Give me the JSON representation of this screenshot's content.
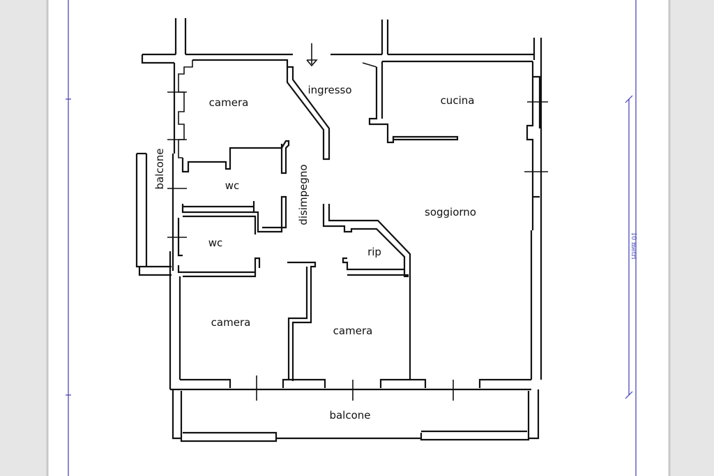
{
  "rooms": {
    "camera_top_left": "camera",
    "ingresso": "ingresso",
    "cucina": "cucina",
    "balcone_side": "balcone",
    "wc_upper": "wc",
    "disimpegno": "disimpegno",
    "soggiorno": "soggiorno",
    "wc_lower": "wc",
    "rip": "rip",
    "camera_bottom_left": "camera",
    "camera_bottom_center": "camera",
    "balcone_bottom": "balcone"
  },
  "scale": {
    "label": "10 metri"
  },
  "colors": {
    "wall": "#111111",
    "scale": "#3c3cb4",
    "paper": "#ffffff",
    "frame": "#e6e6e6"
  }
}
